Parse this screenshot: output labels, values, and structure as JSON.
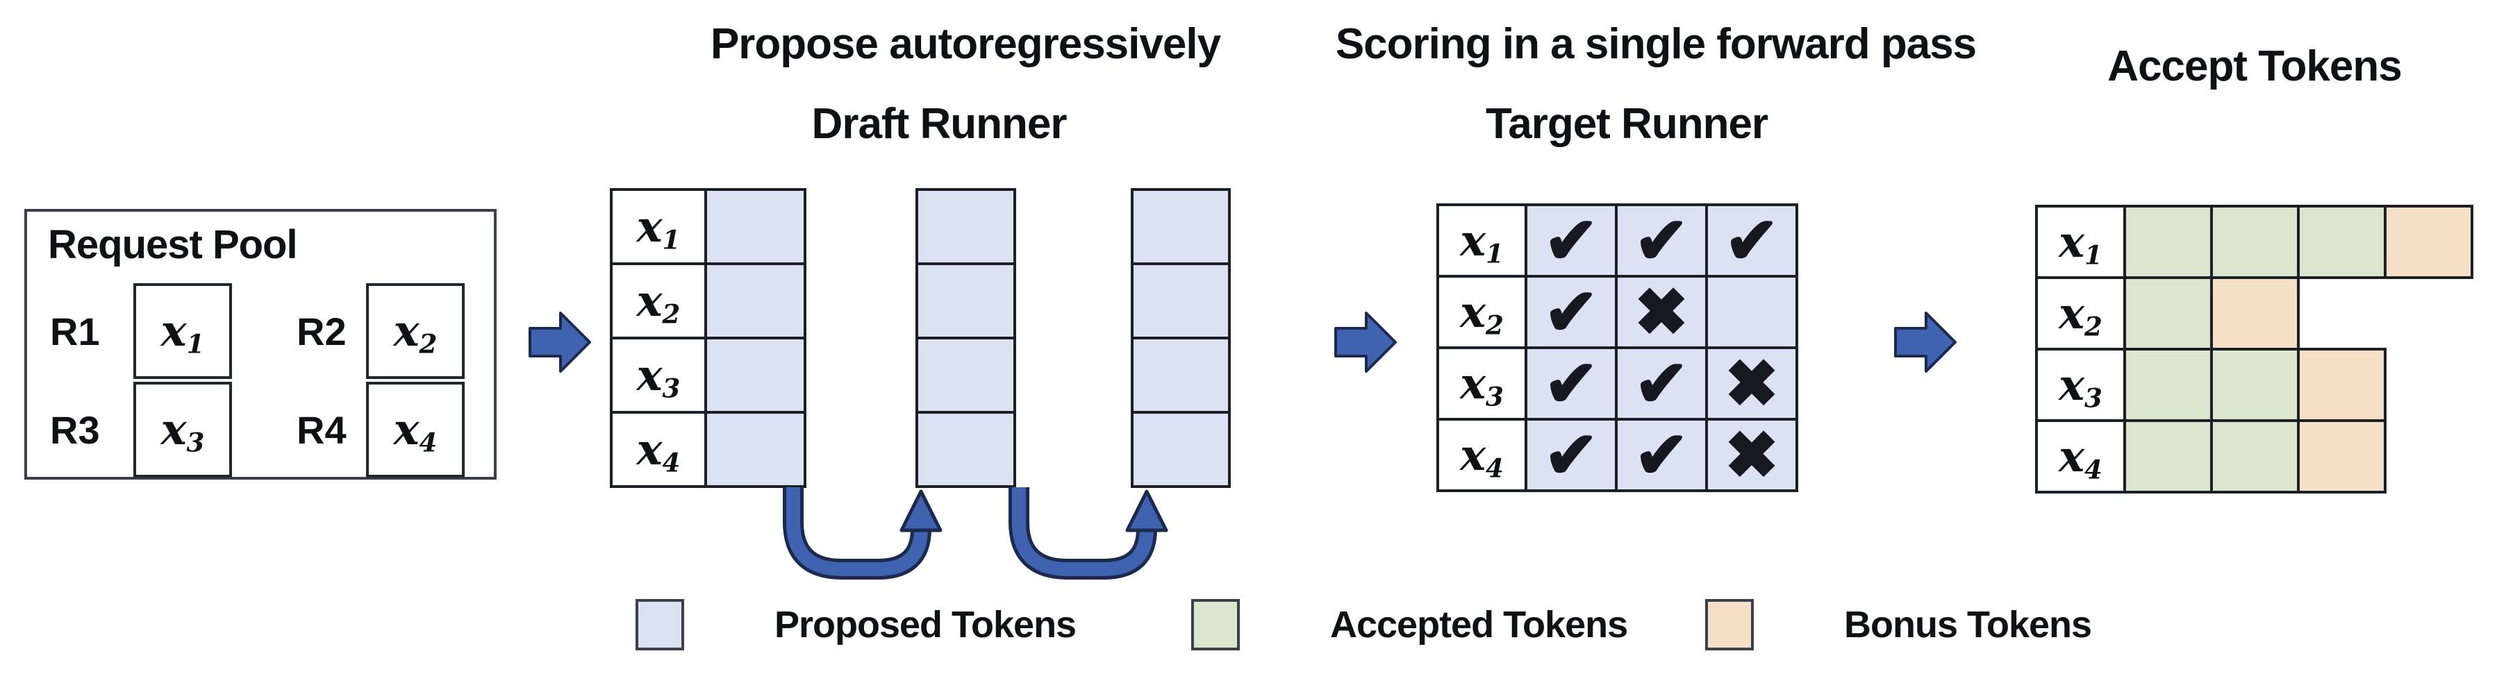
{
  "titles": {
    "propose": "Propose autoregressively",
    "draft_runner": "Draft Runner",
    "scoring": "Scoring in a single forward pass",
    "target_runner": "Target Runner",
    "accept": "Accept Tokens"
  },
  "request_pool": {
    "title": "Request Pool",
    "requests": [
      {
        "id": "R1",
        "token_base": "x",
        "token_sub": "1"
      },
      {
        "id": "R2",
        "token_base": "x",
        "token_sub": "2"
      },
      {
        "id": "R3",
        "token_base": "x",
        "token_sub": "3"
      },
      {
        "id": "R4",
        "token_base": "x",
        "token_sub": "4"
      }
    ]
  },
  "tokens": [
    {
      "base": "x",
      "sub": "1"
    },
    {
      "base": "x",
      "sub": "2"
    },
    {
      "base": "x",
      "sub": "3"
    },
    {
      "base": "x",
      "sub": "4"
    }
  ],
  "draft_runner": {
    "proposal_columns": 3,
    "rows": 4
  },
  "target_runner": {
    "marks": [
      [
        "check",
        "check",
        "check"
      ],
      [
        "check",
        "cross",
        "none"
      ],
      [
        "check",
        "check",
        "cross"
      ],
      [
        "check",
        "check",
        "cross"
      ]
    ]
  },
  "accept_tokens": {
    "rows": [
      [
        "accepted",
        "accepted",
        "accepted",
        "bonus"
      ],
      [
        "accepted",
        "bonus"
      ],
      [
        "accepted",
        "accepted",
        "bonus"
      ],
      [
        "accepted",
        "accepted",
        "bonus"
      ]
    ]
  },
  "glyphs": {
    "check": "✔",
    "cross": "✖"
  },
  "legend": [
    {
      "key": "proposed",
      "label": "Proposed Tokens",
      "color": "#dbe2f1"
    },
    {
      "key": "accepted",
      "label": "Accepted Tokens",
      "color": "#dae6cd"
    },
    {
      "key": "bonus",
      "label": "Bonus Tokens",
      "color": "#f5dfc7"
    }
  ],
  "colors": {
    "proposed": "#dbe2f1",
    "accepted": "#dae6cd",
    "bonus": "#f5dfc7",
    "arrow_fill": "#3f63b0",
    "arrow_outline": "#1b2a4d",
    "grid_border": "#1c1f24"
  }
}
